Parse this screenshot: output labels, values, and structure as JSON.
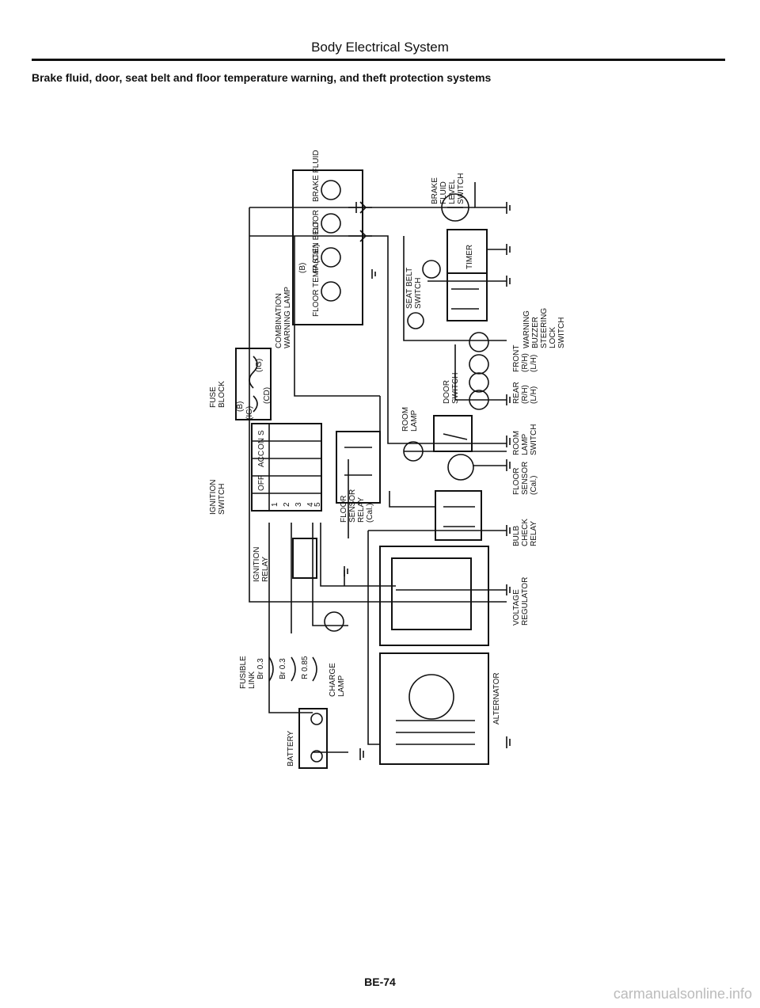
{
  "header": {
    "section": "Body Electrical System"
  },
  "subtitle": "Brake fluid, door, seat belt and floor temperature warning, and theft protection systems",
  "footer": {
    "page": "BE-74"
  },
  "watermark": "carmanualsonline.info",
  "diagram": {
    "labels": {
      "brake_fluid_switch": [
        "BRAKE",
        "FLUID",
        "LEVEL",
        "SWITCH"
      ],
      "timer": "TIMER",
      "combination_lamp": [
        "COMBINATION",
        "WARNING LAMP"
      ],
      "lamp_b": "(B)",
      "lamp_segments": [
        "BRAKE FLUID",
        "DOOR",
        "FASTEN BELT",
        "FLOOR TEMP (Cal.)"
      ],
      "seat_belt_switch": [
        "SEAT BELT",
        "SWITCH"
      ],
      "warning_buzzer": [
        "WARNING",
        "BUZZER",
        "STEERING",
        "LOCK",
        "SWITCH"
      ],
      "fuse_block": [
        "FUSE",
        "BLOCK"
      ],
      "fuse_marks": [
        "(B)",
        "(IG)",
        "(IG)",
        "(CD)"
      ],
      "door_switch": [
        "DOOR",
        "SWITCH"
      ],
      "front": [
        "FRONT",
        "(R/H)",
        "(L/H)"
      ],
      "rear": [
        "REAR",
        "(R/H)",
        "(L/H)"
      ],
      "room_lamp": [
        "ROOM",
        "LAMP"
      ],
      "room_lamp_switch": [
        "ROOM",
        "LAMP",
        "SWITCH"
      ],
      "ignition_switch": [
        "IGNITION",
        "SWITCH"
      ],
      "ignition_table_head": [
        "OFF",
        "ACC",
        "ON",
        "S"
      ],
      "ignition_table_rows": [
        "1",
        "2",
        "3",
        "4",
        "5"
      ],
      "floor_sensor_relay": [
        "FLOOR",
        "SENSOR",
        "RELAY",
        "(Cal.)"
      ],
      "floor_sensor": [
        "FLOOR",
        "SENSOR",
        "(Cal.)"
      ],
      "bulb_check_relay": [
        "BULB",
        "CHECK",
        "RELAY"
      ],
      "ignition_relay": [
        "IGNITION",
        "RELAY"
      ],
      "voltage_regulator": [
        "VOLTAGE",
        "REGULATOR"
      ],
      "charge_lamp": [
        "CHARGE",
        "LAMP"
      ],
      "fusible_link": [
        "FUSIBLE",
        "LINK"
      ],
      "fusible_values": [
        "Br 0.3",
        "Br 0.3",
        "R 0.85"
      ],
      "alternator": "ALTERNATOR",
      "battery": "BATTERY"
    }
  }
}
